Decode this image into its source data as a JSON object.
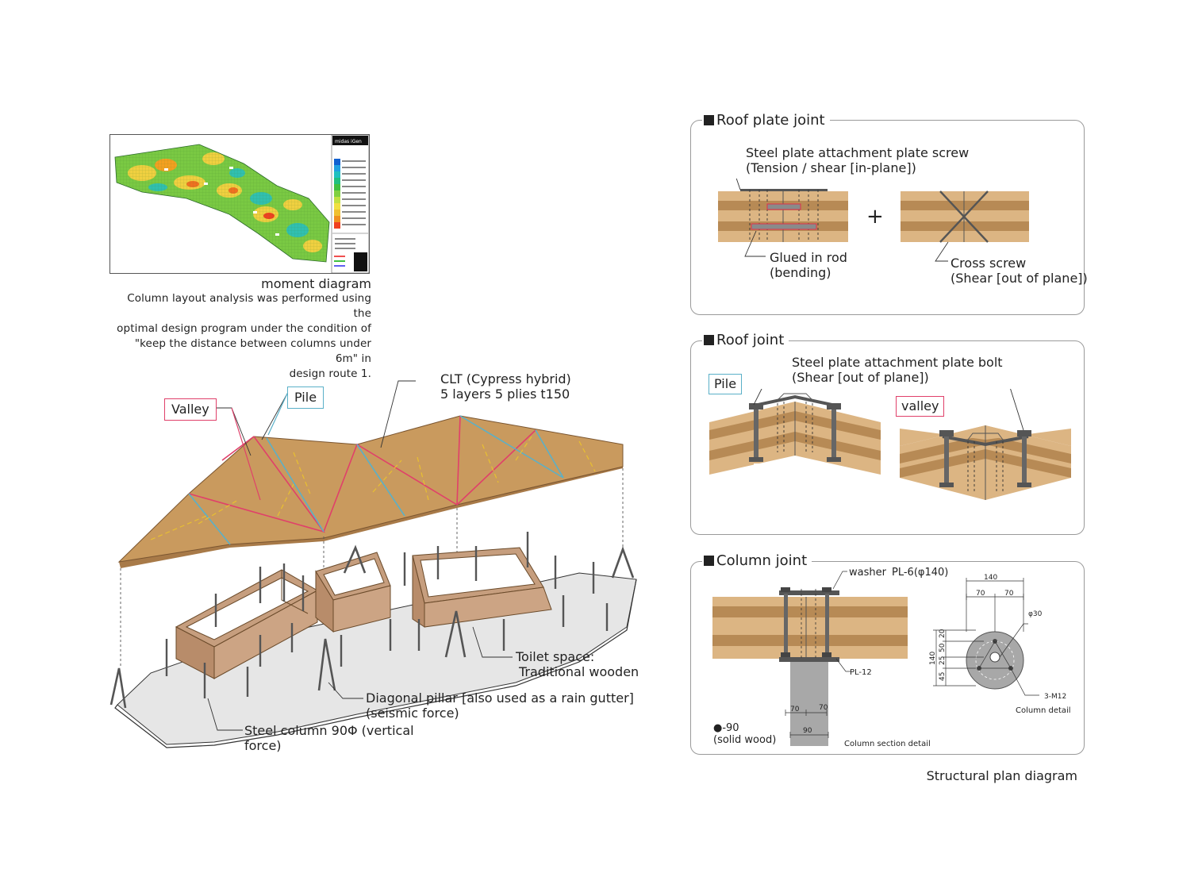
{
  "moment": {
    "caption": "moment diagram",
    "lines": [
      "Column layout analysis was performed using the",
      "optimal design program under the condition of",
      "\"keep the distance between columns under 6m\" in",
      "design route 1."
    ],
    "software": "midas iGen"
  },
  "axo": {
    "valley": "Valley",
    "pile": "Pile",
    "clt_line1": "CLT (Cypress hybrid)",
    "clt_line2": "5 layers 5 plies t150",
    "toilet_line1": "Toilet space:",
    "toilet_line2": "Traditional wooden",
    "diag_line1": "Diagonal pillar [also used as a rain gutter]",
    "diag_line2": "(seismic force)",
    "steel_line1": "Steel column 90Φ (vertical",
    "steel_line2": "force)"
  },
  "roof_plate_joint": {
    "title": "Roof plate joint",
    "screw_line1": "Steel plate attachment plate screw",
    "screw_line2": "(Tension / shear [in-plane])",
    "glued_line1": "Glued in rod",
    "glued_line2": "(bending)",
    "plus": "+",
    "cross_line1": "Cross screw",
    "cross_line2": "(Shear [out of plane])"
  },
  "roof_joint": {
    "title": "Roof joint",
    "bolt_line1": "Steel plate attachment plate bolt",
    "bolt_line2": "(Shear [out of plane])",
    "pile": "Pile",
    "valley": "valley"
  },
  "column_joint": {
    "title": "Column joint",
    "washer": "washer",
    "pl6": "PL-6(φ140)",
    "pl12": "PL-12",
    "d70a": "70",
    "d70b": "70",
    "d90": "90",
    "wood_line1": "●-90",
    "wood_line2": "(solid wood)",
    "section_detail": "Column section detail",
    "d140": "140",
    "d70c": "70",
    "d70d": "70",
    "phi30": "φ30",
    "v20": "20",
    "v50": "50",
    "v25": "25",
    "v45": "45",
    "v140": "140",
    "m12": "3-M12",
    "column_detail": "Column detail"
  },
  "footer": {
    "caption": "Structural plan diagram"
  },
  "colors": {
    "wood_light": "#dcb583",
    "wood_dark": "#b78a55",
    "roof": "#c99a5e",
    "valley_line": "#e0406a",
    "pile_line": "#5ab0c8",
    "fold_dash": "#e8c030",
    "ground": "#e6e6e6"
  }
}
